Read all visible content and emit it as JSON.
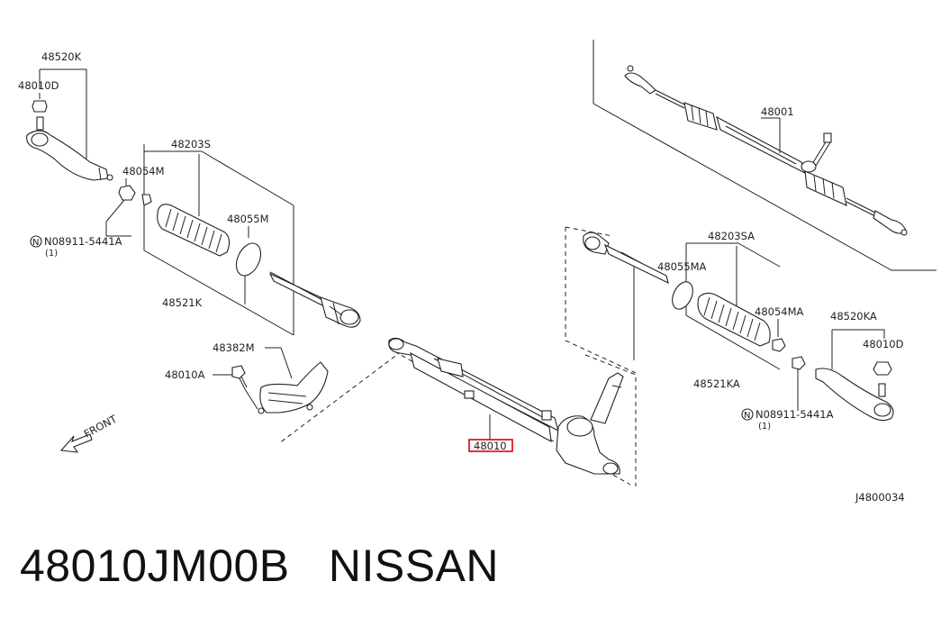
{
  "caption": {
    "part_number": "48010JM00B",
    "brand": "NISSAN"
  },
  "diagram": {
    "code": "J4800034",
    "front_label": "FRONT",
    "highlight_color": "#e0000a",
    "labels": {
      "tie_rod_end_left": "48520K",
      "nut_left": "48010D",
      "boot_kit_left": "48203S",
      "lock_nut_left": "48054M",
      "clip_left": "48055M",
      "cotter_left": "N08911-5441A",
      "cotter_qty_left": "(1)",
      "inner_socket_left": "48521K",
      "cover": "48382M",
      "bolt": "48010A",
      "gear_assembly_highlight": "48010",
      "steering_gear_complete": "48001",
      "boot_kit_right": "48203SA",
      "clip_right": "48055MA",
      "lock_nut_right": "48054MA",
      "tie_rod_end_right": "48520KA",
      "nut_right": "48010D",
      "inner_socket_right": "48521KA",
      "cotter_right": "N08911-5441A",
      "cotter_qty_right": "(1)"
    }
  }
}
